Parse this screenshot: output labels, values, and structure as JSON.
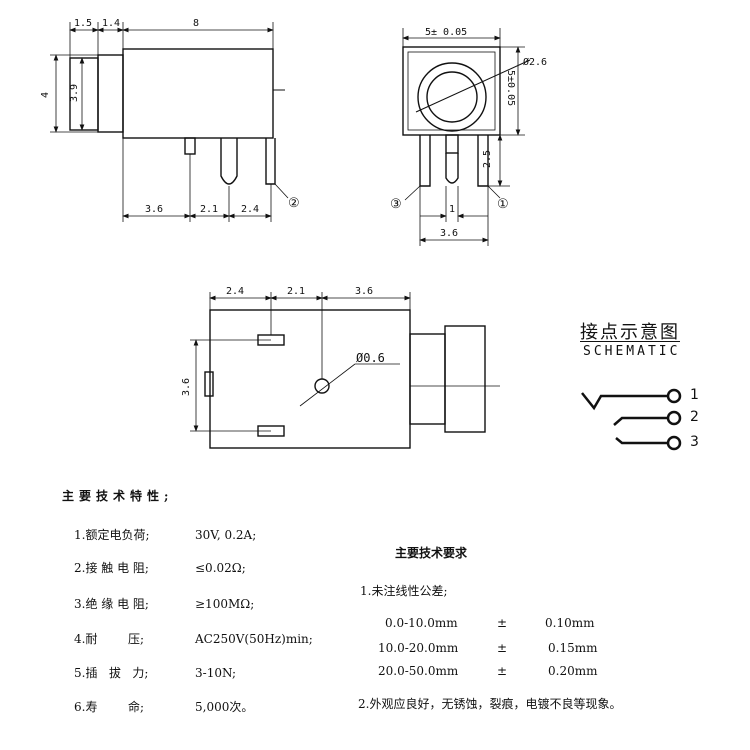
{
  "dims": {
    "side_1_5": "1.5",
    "side_1_4": "1.4",
    "side_8": "8",
    "side_4": "4",
    "side_3_9": "3.9",
    "side_3_6": "3.6",
    "side_2_1": "2.1",
    "side_2_4": "2.4",
    "front_5": "5± 0.05",
    "front_dia": "Ø2.6",
    "front_5v": "5±0.05",
    "front_2_5": "2.5",
    "front_1": "1",
    "front_3_6": "3.6",
    "top_2_4": "2.4",
    "top_2_1": "2.1",
    "top_3_6": "3.6",
    "top_3_6v": "3.6",
    "top_dia": "Ø0.6"
  },
  "callouts": {
    "c1": "①",
    "c2": "②",
    "c3": "③"
  },
  "schematic": {
    "title": "接点示意图",
    "subtitle": "SCHEMATIC",
    "pins": [
      "1",
      "2",
      "3"
    ]
  },
  "specs": {
    "title": "主要技术特性;",
    "items": [
      {
        "label": "1.额定电负荷;",
        "value": "30V, 0.2A;"
      },
      {
        "label": "2.接 触 电 阻;",
        "value": "≤0.02Ω;"
      },
      {
        "label": "3.绝 缘 电 阻;",
        "value": "≥100MΩ;"
      },
      {
        "label": "4.耐        压;",
        "value": "AC250V(50Hz)min;"
      },
      {
        "label": "5.插   拔   力;",
        "value": "3-10N;"
      },
      {
        "label": "6.寿        命;",
        "value": "5,000次。"
      }
    ]
  },
  "requirements": {
    "title": "主要技术要求",
    "item1": "1.未注线性公差;",
    "tolerances": [
      {
        "range": "0.0-10.0mm",
        "pm": "±",
        "tol": "0.10mm"
      },
      {
        "range": "10.0-20.0mm",
        "pm": "±",
        "tol": "0.15mm"
      },
      {
        "range": "20.0-50.0mm",
        "pm": "±",
        "tol": "0.20mm"
      }
    ],
    "item2": "2.外观应良好，无锈蚀，裂痕，电镀不良等现象。"
  }
}
